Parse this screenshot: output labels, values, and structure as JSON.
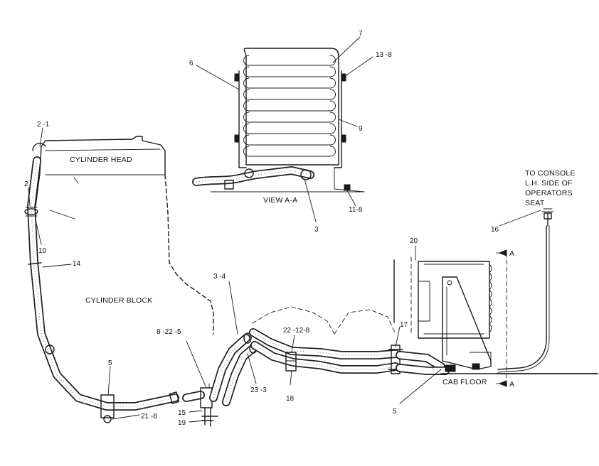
{
  "labels": {
    "l_2_1": "2 -1",
    "l_2": "2",
    "l_10": "10",
    "l_14": "14",
    "l_5a": "5",
    "l_21_8": "21 -8",
    "l_8_22_5": "8 -22 -5",
    "l_15": "15",
    "l_19": "19",
    "l_3_4": "3 -4",
    "l_23_3": "23 -3",
    "l_22_12_8": "22 -12-8",
    "l_18": "18",
    "l_17": "17",
    "l_5b": "5",
    "l_20": "20",
    "l_16": "16",
    "l_6": "6",
    "l_7": "7",
    "l_13_8": "13 -8",
    "l_9": "9",
    "l_11_8": "11-8",
    "l_3": "3",
    "l_a_top": "A",
    "l_a_bottom": "A"
  },
  "text": {
    "cylinder_head": "CYLINDER HEAD",
    "cylinder_block": "CYLINDER BLOCK",
    "view_a_a": "VIEW A-A",
    "cab_floor": "CAB FLOOR",
    "console_line1": "TO CONSOLE",
    "console_line2": "L.H. SIDE OF",
    "console_line3": "OPERATORS",
    "console_line4": "SEAT"
  }
}
